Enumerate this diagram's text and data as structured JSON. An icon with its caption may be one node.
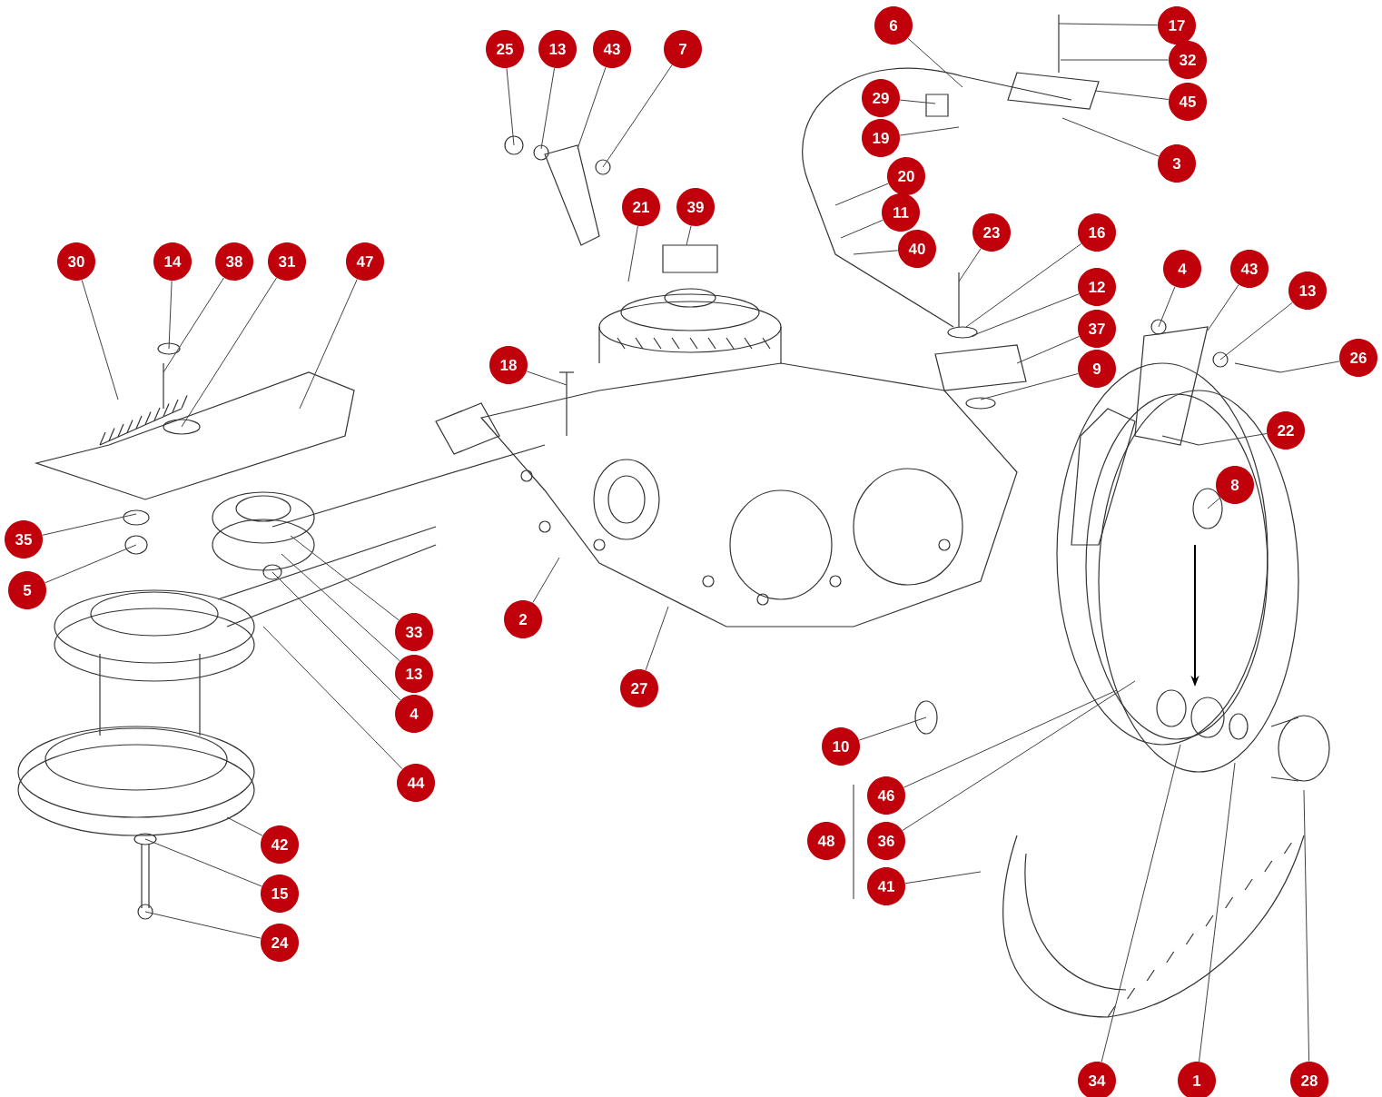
{
  "diagram": {
    "nodes": [
      {
        "text": [
          "25"
        ]
      },
      {
        "text": [
          "13"
        ]
      },
      {
        "text": [
          "43"
        ]
      },
      {
        "text": [
          "7"
        ]
      },
      {
        "text": [
          "6"
        ]
      },
      {
        "text": [
          "17"
        ]
      },
      {
        "text": [
          "32"
        ]
      },
      {
        "text": [
          "45"
        ]
      },
      {
        "text": [
          "3"
        ]
      },
      {
        "text": [
          "29"
        ]
      },
      {
        "text": [
          "19"
        ]
      },
      {
        "text": [
          "20"
        ]
      },
      {
        "text": [
          "11"
        ]
      },
      {
        "text": [
          "40"
        ]
      },
      {
        "text": [
          "21"
        ]
      },
      {
        "text": [
          "39"
        ]
      },
      {
        "text": [
          "23"
        ]
      },
      {
        "text": [
          "16"
        ]
      },
      {
        "text": [
          "12"
        ]
      },
      {
        "text": [
          "37"
        ]
      },
      {
        "text": [
          "9"
        ]
      },
      {
        "text": [
          "4"
        ]
      },
      {
        "text": [
          "43"
        ]
      },
      {
        "text": [
          "13"
        ]
      },
      {
        "text": [
          "26"
        ]
      },
      {
        "text": [
          "22"
        ]
      },
      {
        "text": [
          "8"
        ]
      },
      {
        "text": [
          "30"
        ]
      },
      {
        "text": [
          "14"
        ]
      },
      {
        "text": [
          "38"
        ]
      },
      {
        "text": [
          "31"
        ]
      },
      {
        "text": [
          "47"
        ]
      },
      {
        "text": [
          "18"
        ]
      },
      {
        "text": [
          "35"
        ]
      },
      {
        "text": [
          "5"
        ]
      },
      {
        "text": [
          "2"
        ]
      },
      {
        "text": [
          "27"
        ]
      },
      {
        "text": [
          "33"
        ]
      },
      {
        "text": [
          "13"
        ]
      },
      {
        "text": [
          "4"
        ]
      },
      {
        "text": [
          "44"
        ]
      },
      {
        "text": [
          "10"
        ]
      },
      {
        "text": [
          "46"
        ]
      },
      {
        "text": [
          "48"
        ]
      },
      {
        "text": [
          "36"
        ]
      },
      {
        "text": [
          "41"
        ]
      },
      {
        "text": [
          "42"
        ]
      },
      {
        "text": [
          "15"
        ]
      },
      {
        "text": [
          "24"
        ]
      },
      {
        "text": [
          "34"
        ]
      },
      {
        "text": [
          "1"
        ]
      },
      {
        "text": [
          "28"
        ]
      }
    ],
    "edges": [
      {
        "from": 0,
        "to": null,
        "arrow": "none"
      },
      {
        "from": 1,
        "to": null,
        "arrow": "none"
      },
      {
        "from": 2,
        "to": null,
        "arrow": "none"
      },
      {
        "from": 3,
        "to": null,
        "arrow": "none"
      },
      {
        "from": 4,
        "to": null,
        "arrow": "none"
      },
      {
        "from": 5,
        "to": null,
        "arrow": "none"
      },
      {
        "from": 6,
        "to": null,
        "arrow": "none"
      },
      {
        "from": 7,
        "to": null,
        "arrow": "none"
      },
      {
        "from": 8,
        "to": null,
        "arrow": "none"
      },
      {
        "from": 9,
        "to": null,
        "arrow": "none"
      },
      {
        "from": 10,
        "to": null,
        "arrow": "none"
      },
      {
        "from": 11,
        "to": null,
        "arrow": "none"
      },
      {
        "from": 12,
        "to": null,
        "arrow": "none"
      },
      {
        "from": 13,
        "to": null,
        "arrow": "none"
      },
      {
        "from": 14,
        "to": null,
        "arrow": "none"
      },
      {
        "from": 15,
        "to": null,
        "arrow": "none"
      },
      {
        "from": 16,
        "to": null,
        "arrow": "none"
      },
      {
        "from": 17,
        "to": null,
        "arrow": "none"
      },
      {
        "from": 18,
        "to": null,
        "arrow": "none"
      },
      {
        "from": 19,
        "to": null,
        "arrow": "none"
      },
      {
        "from": 20,
        "to": null,
        "arrow": "none"
      },
      {
        "from": 21,
        "to": null,
        "arrow": "none"
      },
      {
        "from": 22,
        "to": null,
        "arrow": "none"
      },
      {
        "from": 23,
        "to": null,
        "arrow": "none"
      },
      {
        "from": 24,
        "to": null,
        "arrow": "none"
      },
      {
        "from": 25,
        "to": null,
        "arrow": "none"
      },
      {
        "from": 26,
        "to": null,
        "arrow": "none"
      },
      {
        "from": 27,
        "to": null,
        "arrow": "none"
      },
      {
        "from": 28,
        "to": null,
        "arrow": "none"
      },
      {
        "from": 29,
        "to": null,
        "arrow": "none"
      },
      {
        "from": 30,
        "to": null,
        "arrow": "none"
      },
      {
        "from": 31,
        "to": null,
        "arrow": "none"
      },
      {
        "from": 32,
        "to": null,
        "arrow": "none"
      },
      {
        "from": 33,
        "to": null,
        "arrow": "none"
      },
      {
        "from": 34,
        "to": null,
        "arrow": "none"
      },
      {
        "from": 35,
        "to": null,
        "arrow": "none"
      },
      {
        "from": 36,
        "to": null,
        "arrow": "none"
      },
      {
        "from": 37,
        "to": null,
        "arrow": "none"
      },
      {
        "from": 38,
        "to": null,
        "arrow": "none"
      },
      {
        "from": 39,
        "to": null,
        "arrow": "none"
      },
      {
        "from": 40,
        "to": null,
        "arrow": "none"
      },
      {
        "from": 41,
        "to": null,
        "arrow": "none"
      },
      {
        "from": 42,
        "to": null,
        "arrow": "none"
      },
      {
        "from": 44,
        "to": null,
        "arrow": "none"
      },
      {
        "from": 45,
        "to": null,
        "arrow": "none"
      },
      {
        "from": 46,
        "to": null,
        "arrow": "none"
      },
      {
        "from": 47,
        "to": null,
        "arrow": "none"
      },
      {
        "from": 48,
        "to": null,
        "arrow": "none"
      },
      {
        "from": 49,
        "to": null,
        "arrow": "none"
      },
      {
        "from": 50,
        "to": null,
        "arrow": "none"
      },
      {
        "from": 51,
        "to": null,
        "arrow": "none"
      }
    ]
  }
}
